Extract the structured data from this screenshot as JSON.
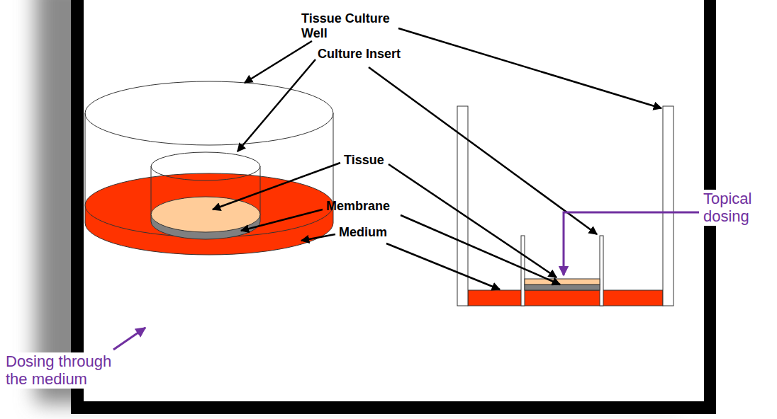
{
  "diagram": {
    "labels": [
      "Tissue Culture Well",
      "Culture Insert",
      "Tissue",
      "Membrane",
      "Medium",
      "Topical dosing",
      "Dosing through the medium"
    ]
  }
}
